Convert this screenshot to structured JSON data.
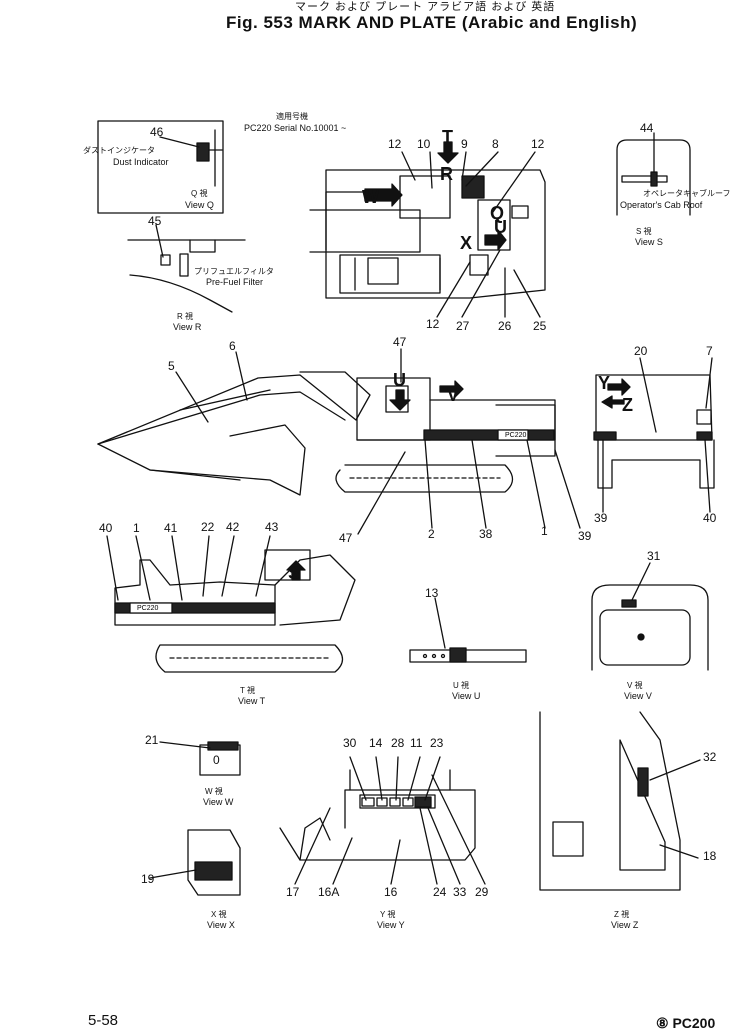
{
  "header": {
    "title_jp": "マーク および プレート アラビア語 および 英語",
    "title": "Fig. 553  MARK AND PLATE (Arabic and English)"
  },
  "footer": {
    "page_number": "5-58",
    "model": "⑧ PC200"
  },
  "serial_note": {
    "jp": "適用号機",
    "en": "PC220 Serial No.10001 ~"
  },
  "views": {
    "q": {
      "jp": "Q 視",
      "en": "View Q",
      "callout_jp": "ダストインジケータ",
      "callout_en": "Dust Indicator"
    },
    "r": {
      "jp": "R 視",
      "en": "View R",
      "callout_jp": "プリフュエルフィルタ",
      "callout_en": "Pre-Fuel Filter"
    },
    "s": {
      "jp": "S 視",
      "en": "View S",
      "callout_jp": "オペレータキャブルーフ",
      "callout_en": "Operator's Cab Roof"
    },
    "t": {
      "jp": "T 視",
      "en": "View T"
    },
    "u": {
      "jp": "U 視",
      "en": "View U"
    },
    "v": {
      "jp": "V 視",
      "en": "View V"
    },
    "w": {
      "jp": "W 視",
      "en": "View W"
    },
    "x": {
      "jp": "X 視",
      "en": "View X"
    },
    "y": {
      "jp": "Y 視",
      "en": "View Y"
    },
    "z": {
      "jp": "Z 視",
      "en": "View Z"
    }
  },
  "letters": {
    "t": "T",
    "r": "R",
    "w": "W",
    "q": "Q",
    "u": "U",
    "x": "X",
    "v": "V",
    "s": "S",
    "y": "Y",
    "z": "Z"
  },
  "plate_text": {
    "pc220": "PC220",
    "w_plate": "0"
  },
  "parts": {
    "p1": "1",
    "p2": "2",
    "p5": "5",
    "p6": "6",
    "p7": "7",
    "p8": "8",
    "p9": "9",
    "p10": "10",
    "p11": "11",
    "p12": "12",
    "p13": "13",
    "p14": "14",
    "p16": "16",
    "p16a": "16A",
    "p17": "17",
    "p18": "18",
    "p19": "19",
    "p20": "20",
    "p21": "21",
    "p22": "22",
    "p23": "23",
    "p24": "24",
    "p25": "25",
    "p26": "26",
    "p27": "27",
    "p28": "28",
    "p29": "29",
    "p30": "30",
    "p31": "31",
    "p32": "32",
    "p33": "33",
    "p38": "38",
    "p39": "39",
    "p40": "40",
    "p41": "41",
    "p42": "42",
    "p43": "43",
    "p44": "44",
    "p45": "45",
    "p46": "46",
    "p47": "47"
  }
}
